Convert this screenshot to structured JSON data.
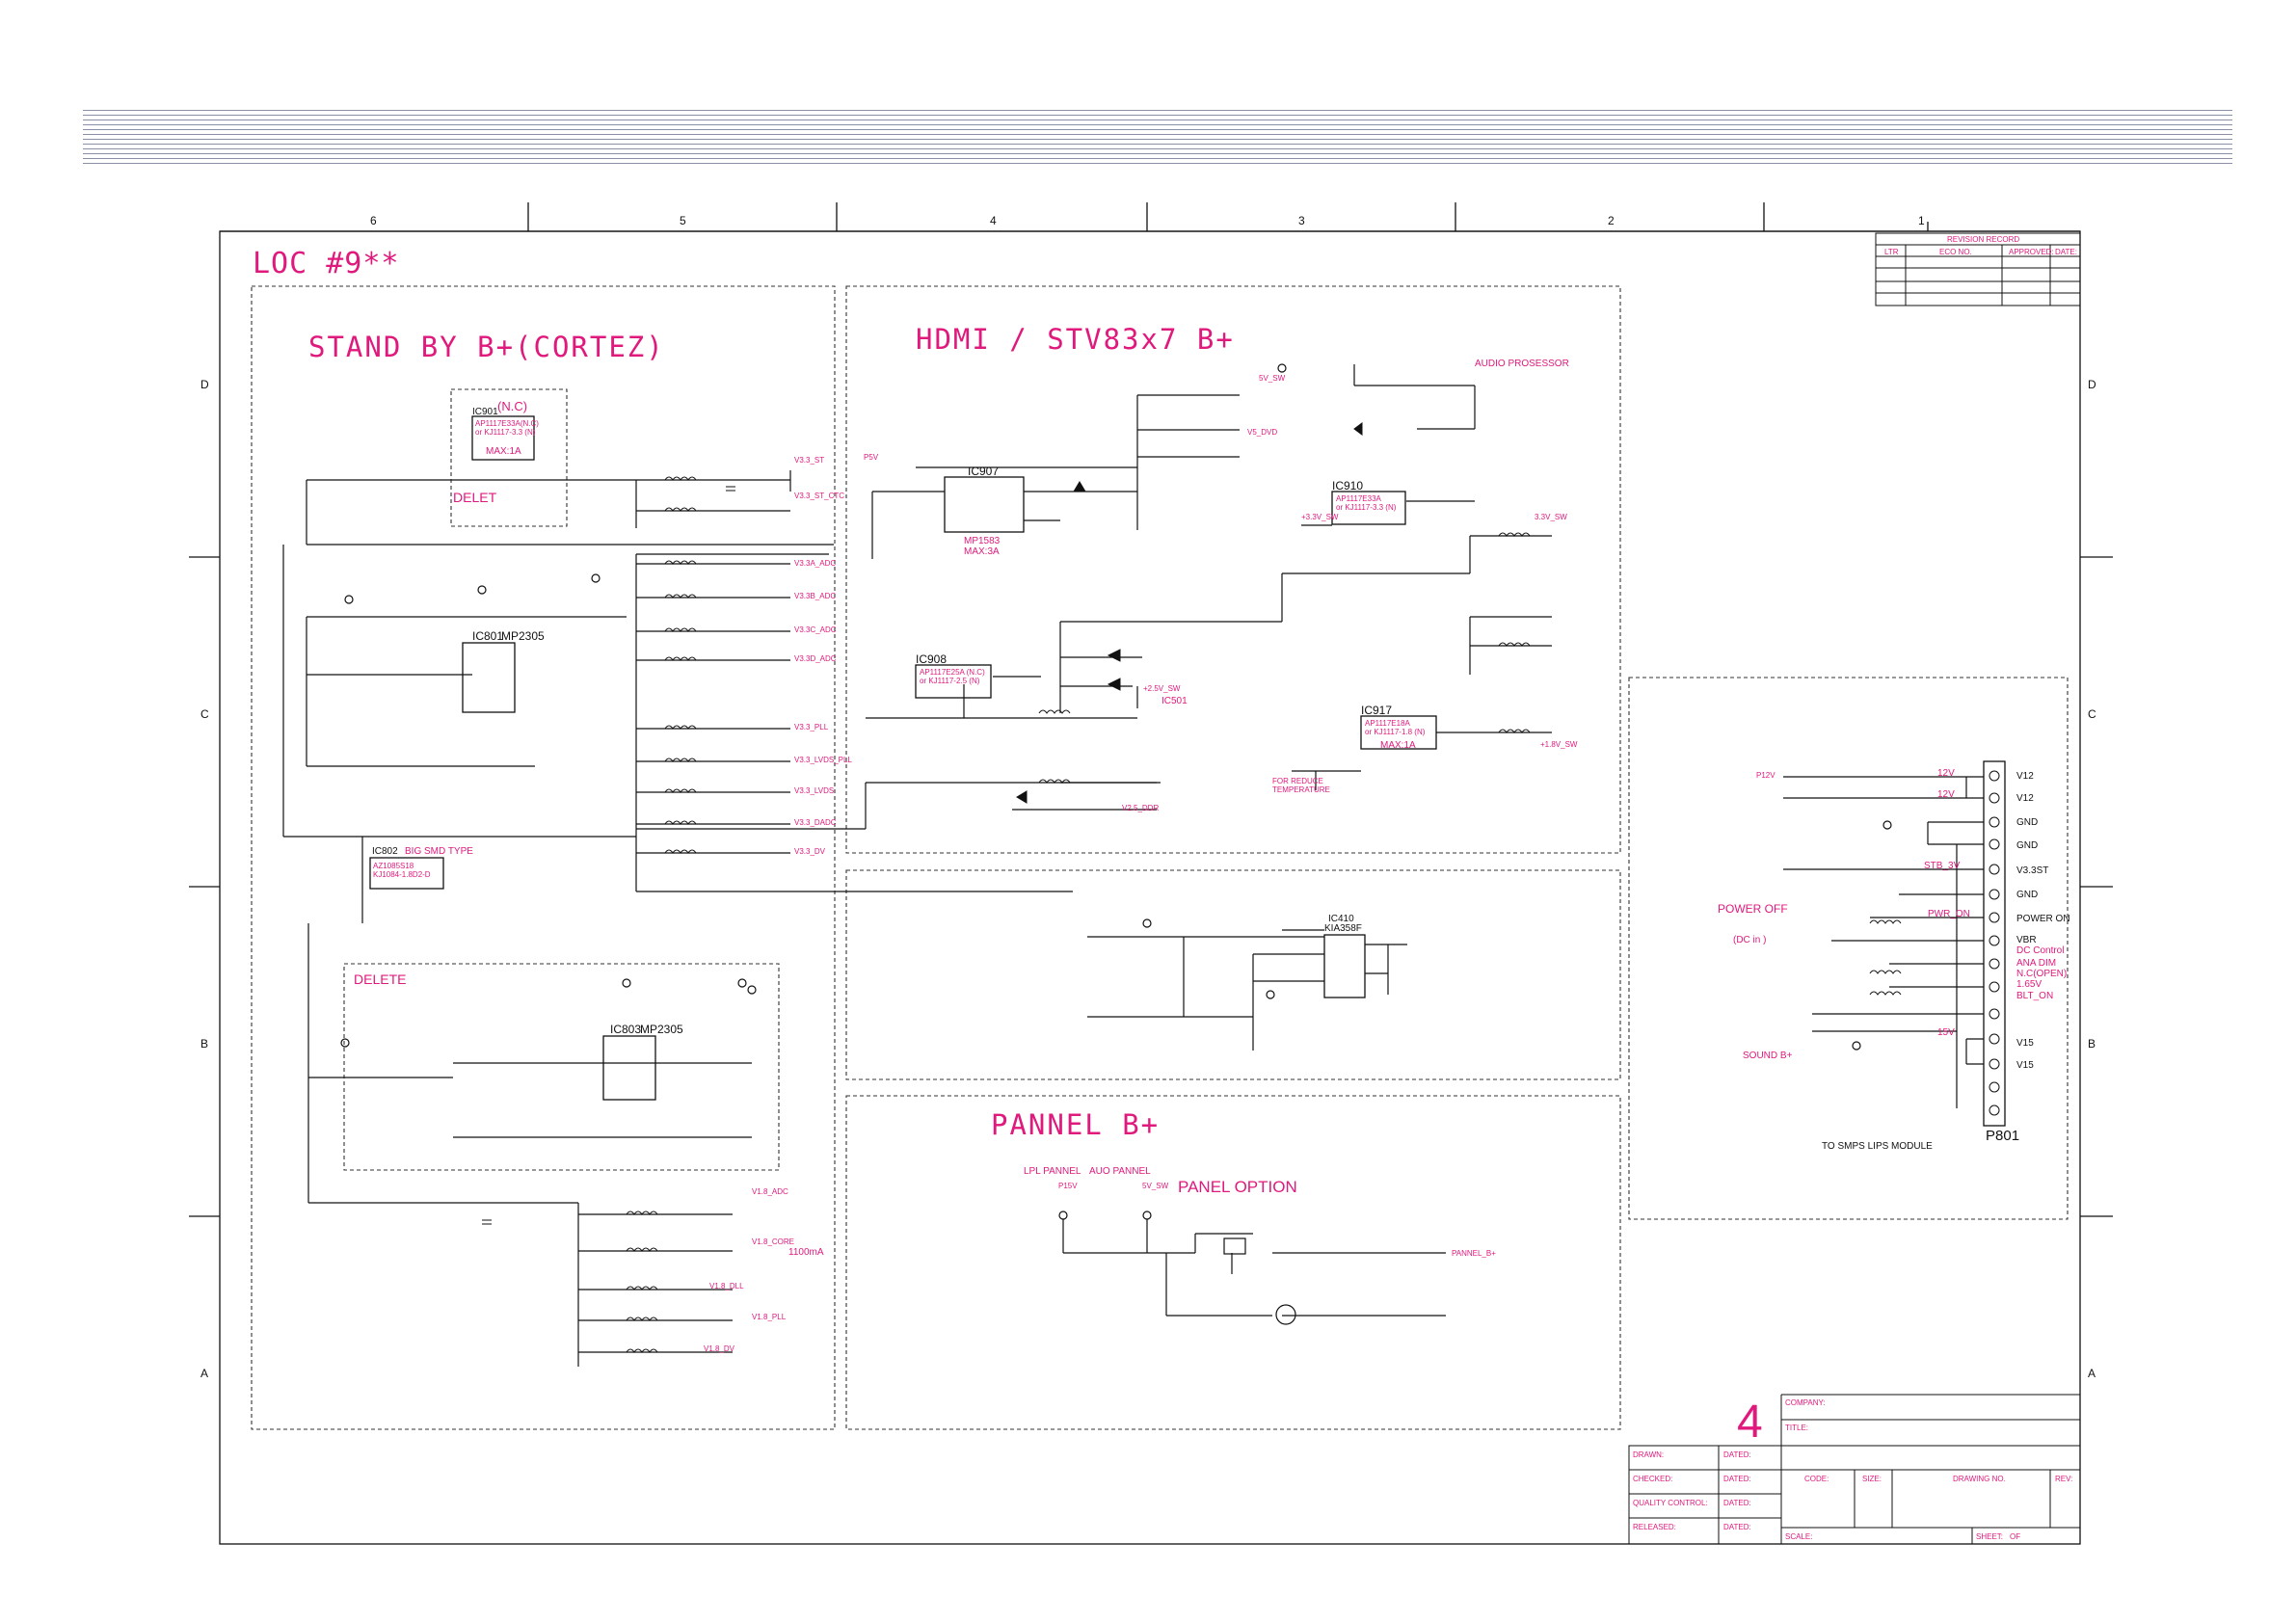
{
  "frame": {
    "columns": [
      "6",
      "5",
      "4",
      "3",
      "2",
      "1"
    ],
    "rows": [
      "D",
      "C",
      "B",
      "A"
    ]
  },
  "title": "LOC #9**",
  "sections": {
    "standby": "STAND BY B+(CORTEZ)",
    "hdmi": "HDMI / STV83x7 B+",
    "pannel": "PANNEL   B+",
    "delete": "DELETE",
    "delet": "DELET",
    "panel_option": "PANEL OPTION",
    "lpl_pannel": "LPL PANNEL",
    "auo_pannel": "AUO PANNEL",
    "audio_prosessor": "AUDIO PROSESSOR",
    "to_smps": "TO SMPS LIPS MODULE",
    "current_1100": "1100mA",
    "for_reduce": "FOR REDUCE",
    "temperature": "TEMPERATURE"
  },
  "ics": {
    "ic901": "IC901",
    "ic901_nc": "(N.C)",
    "ic901_part": "AP1117E33A(N.C)",
    "ic901_sub": "or KJ1117-3.3 (N)",
    "max1a": "MAX:1A",
    "ic801": "IC801",
    "ic801_part": "MP2305",
    "ic802": "IC802",
    "ic802_note": "BIG SMD TYPE",
    "ic802_part": "AZ1085S18",
    "ic802_sub": "KJ1084-1.8D2-D",
    "ic803": "IC803",
    "ic803_part": "MP2305",
    "ic907": "IC907",
    "ic907_part": "MP1583",
    "ic907_max": "MAX:3A",
    "ic908": "IC908",
    "ic908_part": "AP1117E25A (N.C)",
    "ic908_sub": "or KJ1117-2.5 (N)",
    "ic910": "IC910",
    "ic910_part": "AP1117E33A",
    "ic910_sub": "or KJ1117-3.3 (N)",
    "ic917": "IC917",
    "ic917_part": "AP1117E18A",
    "ic917_sub": "or KJ1117-1.8 (N)",
    "ic917_max": "MAX:1A",
    "ic410": "IC410",
    "ic410_part": "KIA358F",
    "p801": "P801",
    "ic501": "IC501"
  },
  "rails": {
    "v33_st": "V3.3_ST",
    "v33_st_ctc": "V3.3_ST_CTC",
    "v33a_adc": "V3.3A_ADC",
    "v33b_adc": "V3.3B_ADC",
    "v33c_adc": "V3.3C_ADC",
    "v33d_adc": "V3.3D_ADC",
    "v33_pll": "V3.3_PLL",
    "v33_lvds_pll": "V3.3_LVDS_PLL",
    "v33_lvds": "V3.3_LVDS",
    "v33_dadc": "V3.3_DADC",
    "v33_dv": "V3.3_DV",
    "v18_adc": "V1.8_ADC",
    "v18_core": "V1.8_CORE",
    "v18_dll": "V1.8_DLL",
    "v18_pll": "V1.8_PLL",
    "v18_dv": "V1.8_DV",
    "v25_ddr": "V2.5_DDR",
    "v5_sw": "5V_SW",
    "v5_dvd": "V5_DVD",
    "v33_sw": "+3.3V_SW",
    "v18_sw": "+1.8V_SW",
    "v33_sw2": "3.3V_SW",
    "v25_sw": "+2.5V_SW",
    "panel_b": "PANNEL_B+",
    "v12a": "V12",
    "v12b": "V12",
    "gnd1": "GND",
    "gnd2": "GND",
    "v33_dst": "V3.3ST",
    "gnd3": "GND",
    "power_on": "POWER ON",
    "vbr": "VBR",
    "dc_control": "DC Control",
    "ana_dim": "ANA DIM",
    "nc_open": "N.C(OPEN)",
    "v165": "1.65V",
    "blt_on": "BLT_ON",
    "v15a": "V15",
    "v15b": "V15",
    "p12v_a": "12V",
    "p12v_b": "12V",
    "stb_3v": "STB_3V",
    "pwr_on": "PWR_ON",
    "v15": "15V",
    "power_off": "POWER OFF",
    "dc_in": "(DC in )",
    "sound_b": "SOUND B+",
    "p5v_sw": "5V_SW",
    "p15v": "P15V",
    "p12v": "P12V",
    "p5v": "P5V"
  },
  "title_block": {
    "sheet_number": "4",
    "revision_record": "REVISION RECORD",
    "ltr": "LTR",
    "eco_no": "ECO NO.",
    "approved": "APPROVED:",
    "date": "DATE:",
    "company": "COMPANY:",
    "title": "TITLE:",
    "drawn": "DRAWN:",
    "checked": "CHECKED:",
    "quality": "QUALITY CONTROL:",
    "released": "RELEASED:",
    "dated": "DATED:",
    "code": "CODE:",
    "size": "SIZE:",
    "drawing_no": "DRAWING NO.",
    "rev": "REV:",
    "scale": "SCALE:",
    "sheet": "SHEET:",
    "of": "OF"
  }
}
